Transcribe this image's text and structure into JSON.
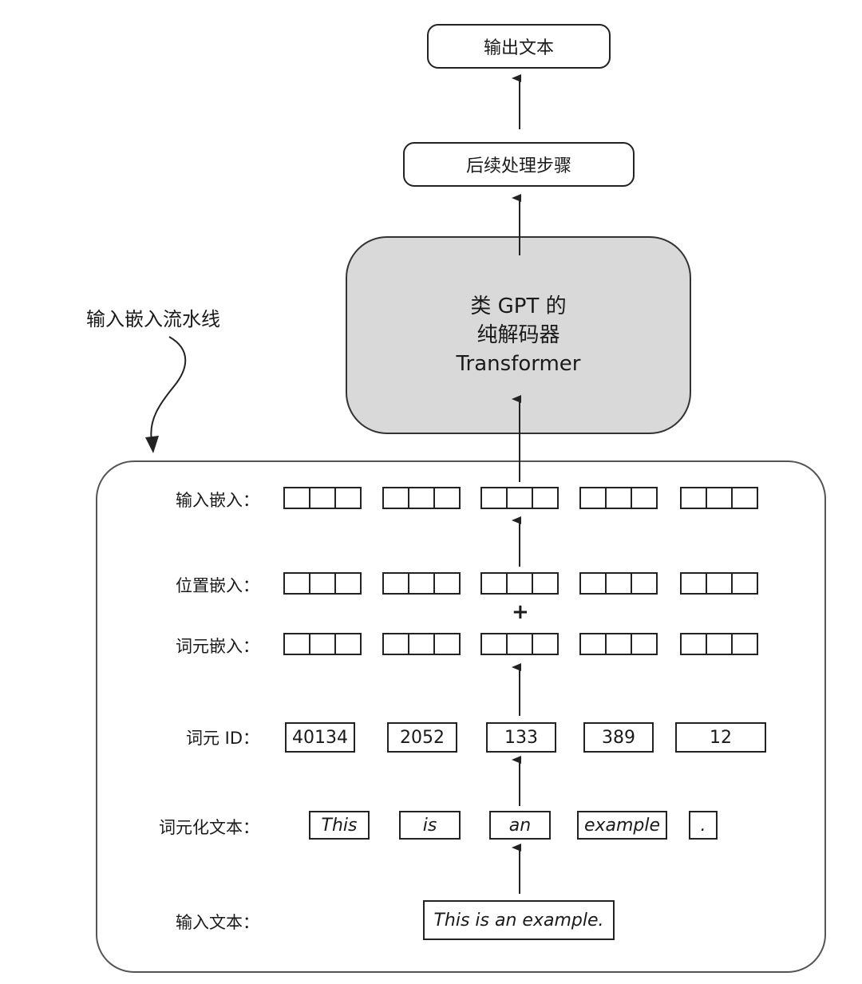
{
  "top": {
    "output_text": "输出文本",
    "post_processing": "后续处理步骤",
    "transformer_lines": [
      "类 GPT 的",
      "纯解码器",
      "Transformer"
    ]
  },
  "pipeline_label": "输入嵌入流水线",
  "rows": {
    "input_embedding": "输入嵌入：",
    "position_embedding": "位置嵌入：",
    "token_embedding": "词元嵌入：",
    "token_id": "词元 ID：",
    "tokenized_text": "词元化文本：",
    "input_text": "输入文本："
  },
  "plus_sign": "+",
  "token_ids": [
    "40134",
    "2052",
    "133",
    "389",
    "12"
  ],
  "tokens": [
    "This",
    "is",
    "an",
    "example",
    "."
  ],
  "input_sentence": "This is an example."
}
